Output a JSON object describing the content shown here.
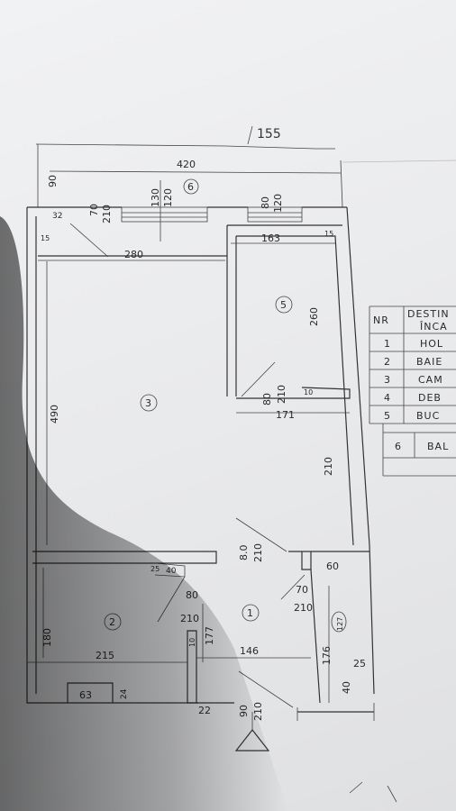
{
  "annotation_top": "155",
  "dims": {
    "d420": "420",
    "d90_top": "90",
    "d32": "32",
    "d15": "15",
    "d70_210_top": "70",
    "d210_a": "210",
    "d130": "130",
    "d120_a": "120",
    "d80_top": "80",
    "d120_b": "120",
    "d280": "280",
    "d163": "163",
    "d15b": "15",
    "d260": "260",
    "d490": "490",
    "d80_5": "80",
    "d210_5": "210",
    "d171": "171",
    "d10": "10",
    "d210_mid": "210",
    "d80_3": "8.0",
    "d210_3": "210",
    "d25": "25",
    "d40": "40",
    "d60": "60",
    "d80_2": "80",
    "d210_2": "210",
    "d70_1": "70",
    "d210_1": "210",
    "d180": "180",
    "d215": "215",
    "d177": "177",
    "d10b": "10",
    "d146": "146",
    "d176": "176",
    "d25b": "25",
    "d40b": "40",
    "d63": "63",
    "d24": "24",
    "d22": "22",
    "d90_ent": "90",
    "d210_ent": "210",
    "circled": "127"
  },
  "rooms": {
    "r1": "1",
    "r2": "2",
    "r3": "3",
    "r5": "5",
    "r6": "6"
  },
  "table": {
    "header_nr": "NR",
    "header_dest1": "DESTIN",
    "header_dest2": "ÎNCA",
    "rows": [
      {
        "nr": "1",
        "name": "HOL"
      },
      {
        "nr": "2",
        "name": "BAIE"
      },
      {
        "nr": "3",
        "name": "CAM"
      },
      {
        "nr": "4",
        "name": "DEB"
      },
      {
        "nr": "5",
        "name": "BUC"
      },
      {
        "nr": "6",
        "name": "BAL"
      }
    ]
  }
}
